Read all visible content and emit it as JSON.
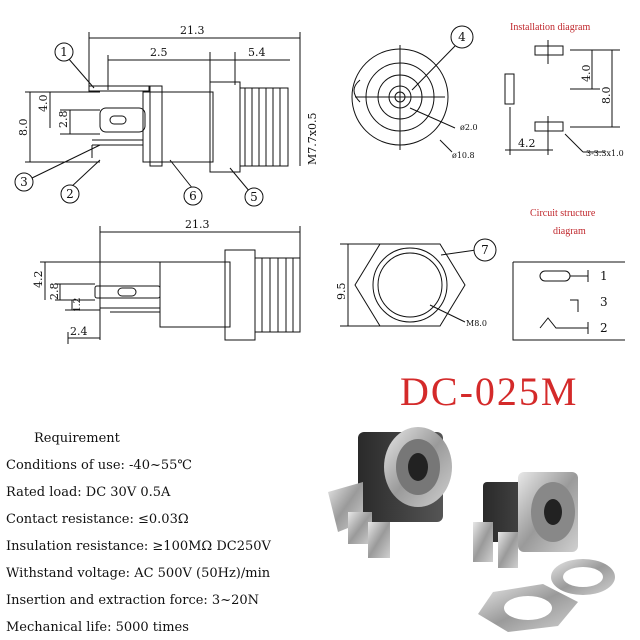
{
  "model": "DC-025M",
  "installation_title": "Installation diagram",
  "circuit_title_line1": "Circuit structure",
  "circuit_title_line2": "diagram",
  "requirement_title": "Requirement",
  "specs": [
    "Conditions of use: -40~55℃",
    "Rated load: DC 30V 0.5A",
    "Contact resistance: ≤0.03Ω",
    "Insulation resistance: ≥100MΩ DC250V",
    "Withstand voltage: AC 500V (50Hz)/min",
    "Insertion and extraction force: 3~20N",
    "Mechanical life: 5000 times"
  ],
  "dims": {
    "top_len": "21.3",
    "dim_25": "2.5",
    "dim_54": "5.4",
    "dim_40": "4.0",
    "dim_80": "8.0",
    "dim_28": "2.8",
    "thread": "M7.7x0.5",
    "phi20": "ø2.0",
    "phi108": "ø10.8",
    "inst_40": "4.0",
    "inst_80": "8.0",
    "inst_42": "4.2",
    "inst_hole": "3-3.3x1.0",
    "side_len": "21.3",
    "side_42": "4.2",
    "side_28": "2.8",
    "side_12": "1.2",
    "side_24": "2.4",
    "nut_95": "9.5",
    "nut_m8": "M8.0"
  },
  "callouts": [
    "1",
    "2",
    "3",
    "4",
    "5",
    "6",
    "7"
  ],
  "pins": [
    "1",
    "3",
    "2"
  ]
}
